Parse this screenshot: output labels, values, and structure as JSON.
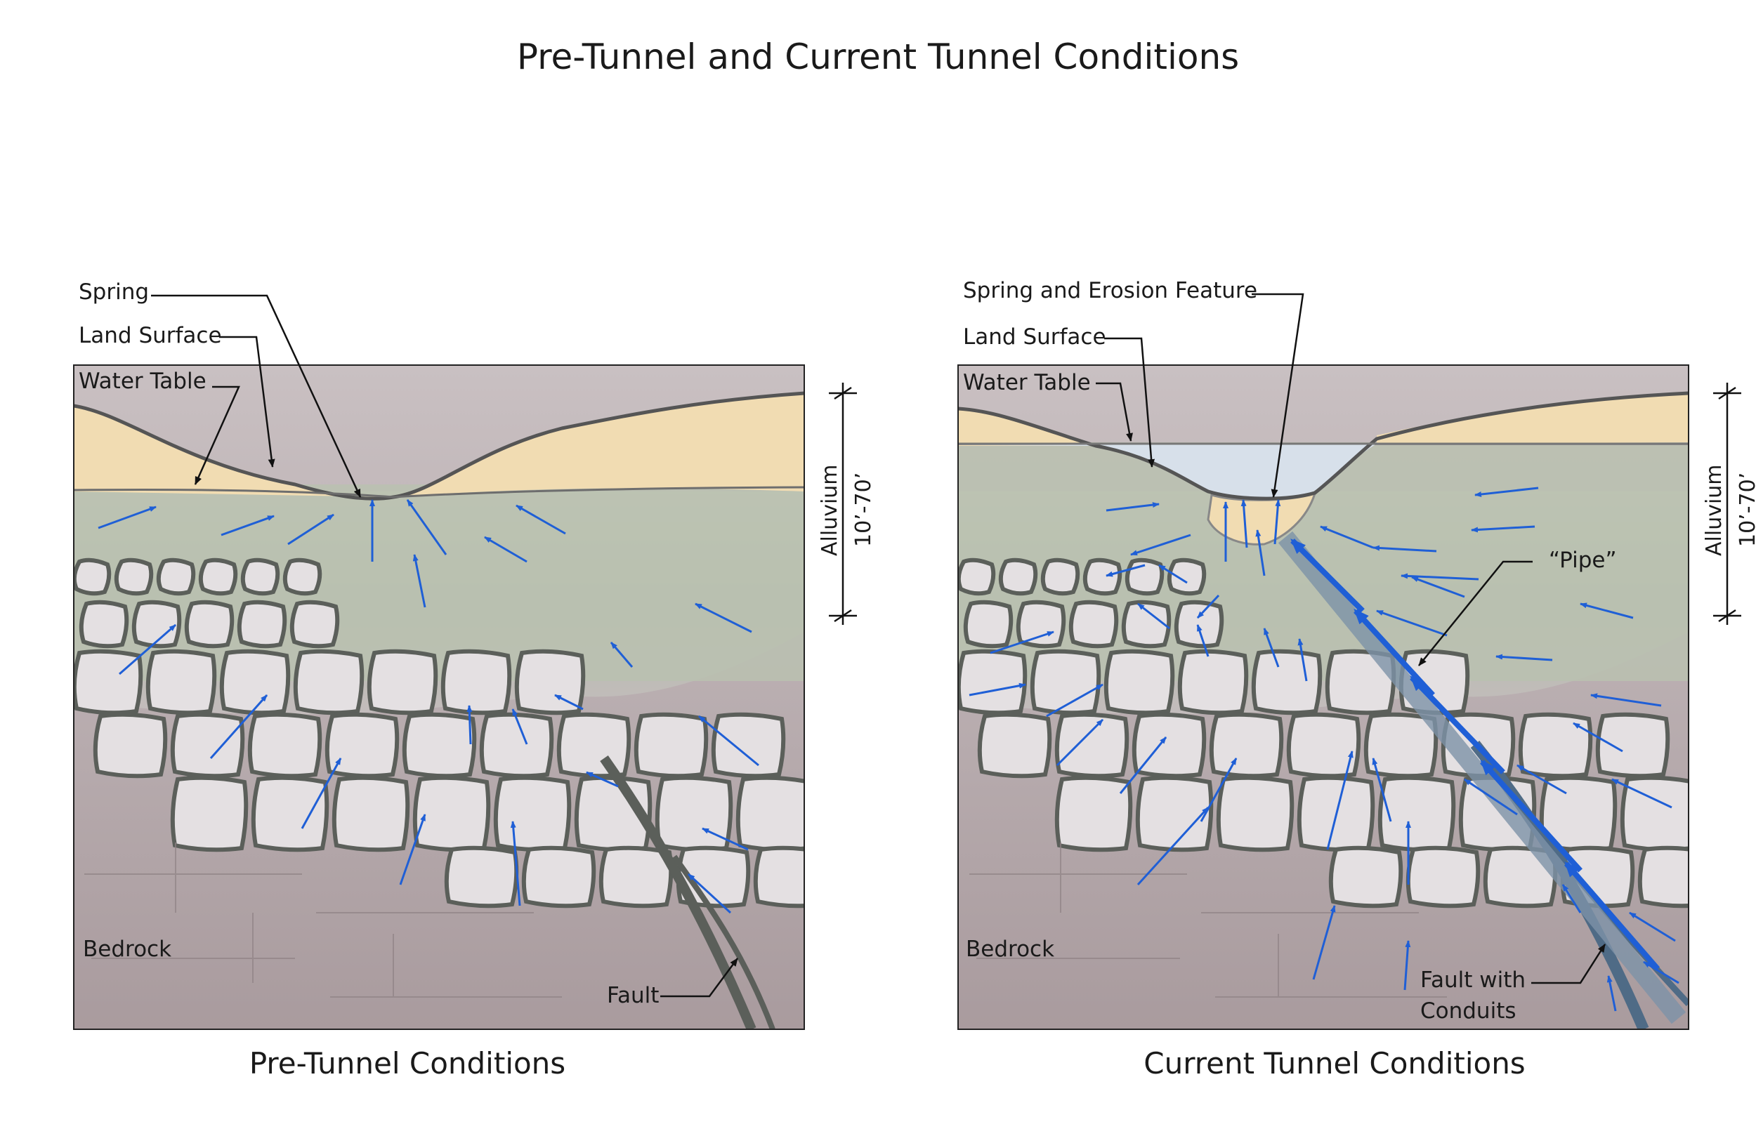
{
  "title": "Pre-Tunnel and Current Tunnel Conditions",
  "left_panel": {
    "caption": "Pre-Tunnel Conditions",
    "labels": {
      "spring": "Spring",
      "land_surface": "Land Surface",
      "water_table": "Water Table",
      "bedrock": "Bedrock",
      "fault": "Fault",
      "alluvium": "Alluvium",
      "depth": "10’-70’"
    }
  },
  "right_panel": {
    "caption": "Current Tunnel Conditions",
    "labels": {
      "spring": "Spring and Erosion Feature",
      "land_surface": "Land Surface",
      "water_table": "Water Table",
      "pipe": "“Pipe”",
      "bedrock": "Bedrock",
      "fault_line1": "Fault with",
      "fault_line2": "Conduits",
      "alluvium": "Alluvium",
      "depth": "10’-70’"
    }
  },
  "colors": {
    "arrow": "#1f5fd6",
    "soil_dry": "#f1dcb2",
    "saturated": "#b7bfae",
    "bedrock": "#b6a8aa",
    "rock_fill": "#e4e0e2",
    "water": "#d7e0ea"
  }
}
